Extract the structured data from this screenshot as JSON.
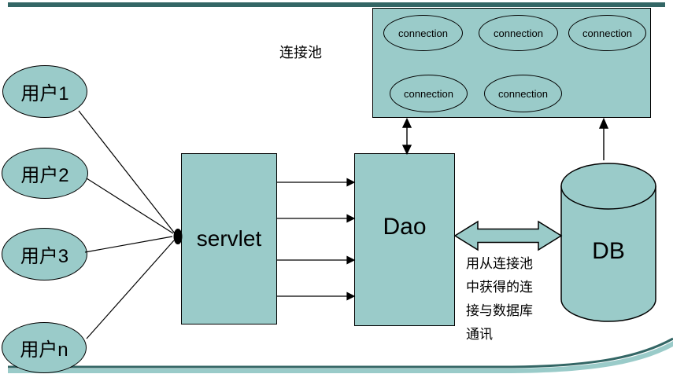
{
  "colors": {
    "shape_fill": "#9acbc9",
    "shape_border": "#000000",
    "accent_bar": "#336665",
    "text": "#000000"
  },
  "users": [
    {
      "label": "用户1"
    },
    {
      "label": "用户2"
    },
    {
      "label": "用户3"
    },
    {
      "label": "用户n"
    }
  ],
  "servlet": {
    "label": "servlet"
  },
  "dao": {
    "label": "Dao"
  },
  "db": {
    "label": "DB"
  },
  "pool": {
    "label": "连接池",
    "connections": [
      "connection",
      "connection",
      "connection",
      "connection",
      "connection"
    ]
  },
  "annotation": {
    "lines": [
      "用从连接池",
      "中获得的连",
      "接与数据库",
      "通讯"
    ]
  }
}
